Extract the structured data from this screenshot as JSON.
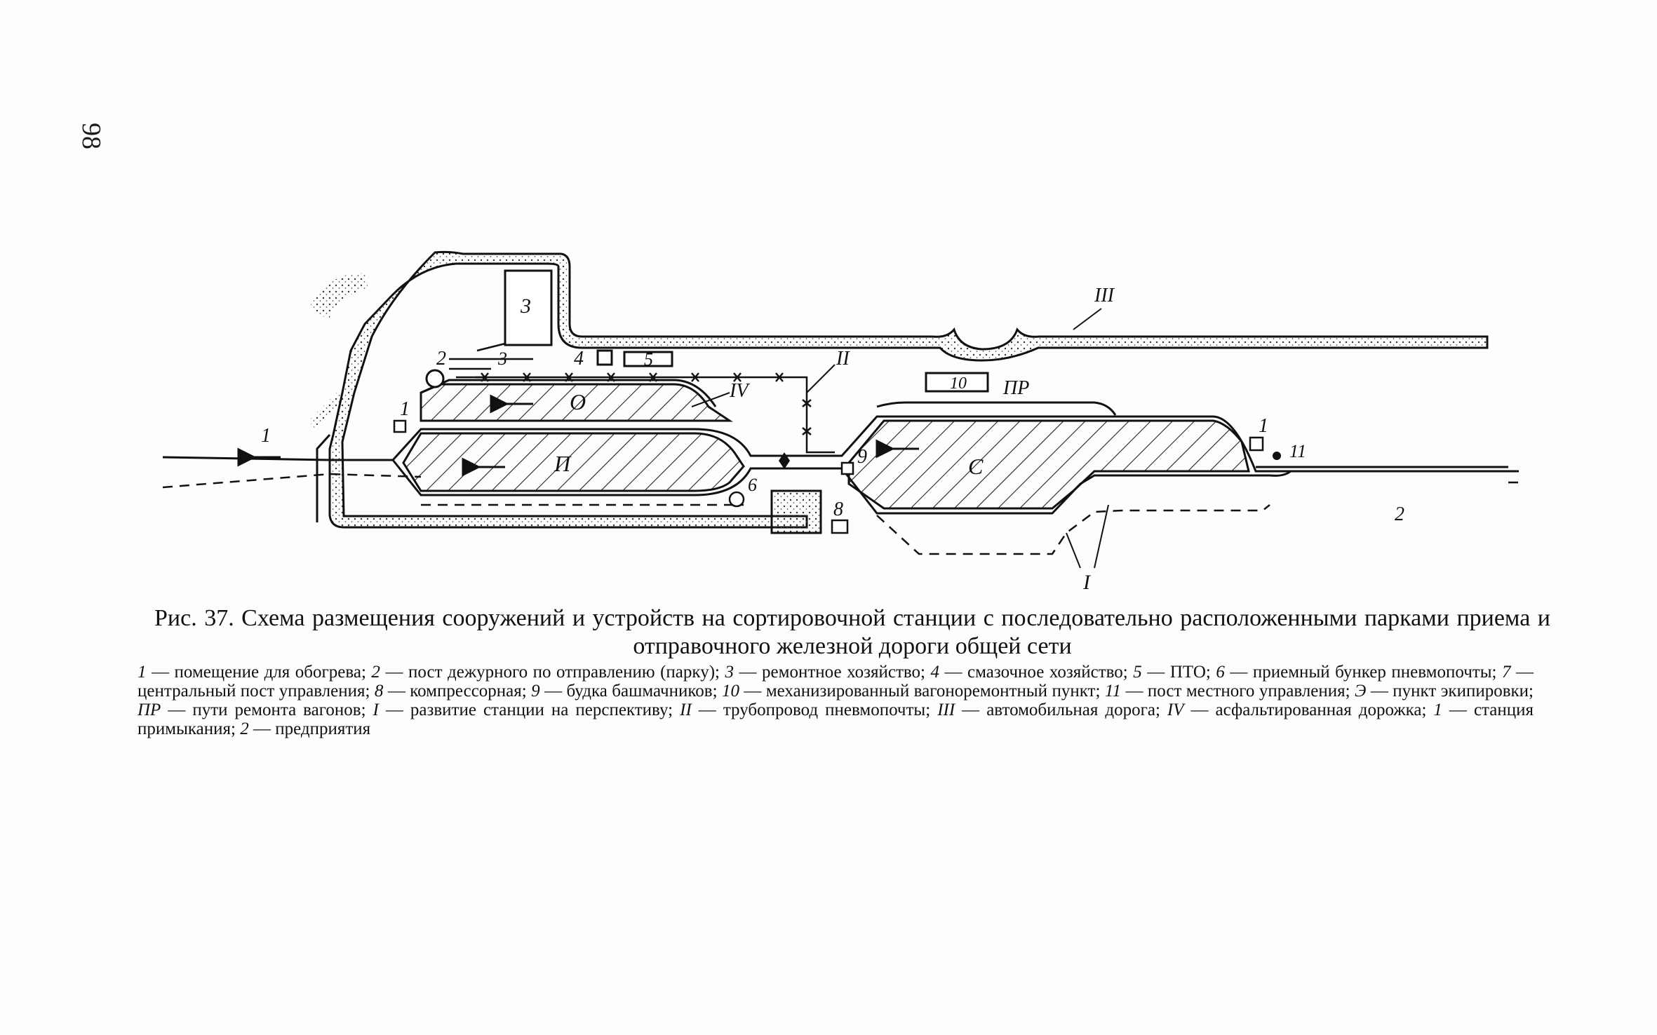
{
  "page": {
    "page_number": "98"
  },
  "diagram": {
    "labels": {
      "building_3": "3",
      "post_2": "2",
      "repair_3": "3",
      "lube_4": "4",
      "pto_5": "5",
      "heat_1_left": "1",
      "park_o": "О",
      "park_p": "П",
      "park_s": "С",
      "pipeline_ii": "II",
      "walkway_iv": "IV",
      "road_iii": "III",
      "mech_10": "10",
      "repair_pr": "ПР",
      "bunker_6": "6",
      "shoe_9": "9",
      "compressor_8": "8",
      "heat_1_right": "1",
      "local_11": "11",
      "station_1": "1",
      "enterprise_2": "2",
      "future_i": "I"
    }
  },
  "caption": {
    "title": "Рис. 37. Схема размещения сооружений и устройств на сортировочной станции с последовательно расположенными парками приема и отправочного железной дороги общей сети",
    "legend": [
      {
        "num": "1",
        "text": " — помещение для обогрева; "
      },
      {
        "num": "2",
        "text": " — пост дежурного по отправлению (парку); "
      },
      {
        "num": "3",
        "text": " — ремонтное хозяйство; "
      },
      {
        "num": "4",
        "text": " — смазочное хозяйство; "
      },
      {
        "num": "5",
        "text": " — ПТО; "
      },
      {
        "num": "6",
        "text": " — приемный бункер пневмопочты; "
      },
      {
        "num": "7",
        "text": " — центральный пост управления; "
      },
      {
        "num": "8",
        "text": " — компрессорная; "
      },
      {
        "num": "9",
        "text": " — будка башмачников; "
      },
      {
        "num": "10",
        "text": " — механизированный вагоноремонтный пункт; "
      },
      {
        "num": "11",
        "text": " — пост местного управления; "
      },
      {
        "num": "Э",
        "text": " — пункт экипировки; "
      },
      {
        "num": "ПР",
        "text": " — пути ремонта вагонов; "
      },
      {
        "num": "I",
        "text": " — развитие станции на перспективу; "
      },
      {
        "num": "II",
        "text": " — трубопровод пневмопочты; "
      },
      {
        "num": "III",
        "text": " — автомобильная дорога; "
      },
      {
        "num": "IV",
        "text": " — асфальтированная дорожка; "
      },
      {
        "num": "1",
        "text": " — станция примыкания; "
      },
      {
        "num": "2",
        "text": " — предприятия"
      }
    ]
  },
  "colors": {
    "ink": "#111111",
    "paper": "#fdfdfd"
  }
}
